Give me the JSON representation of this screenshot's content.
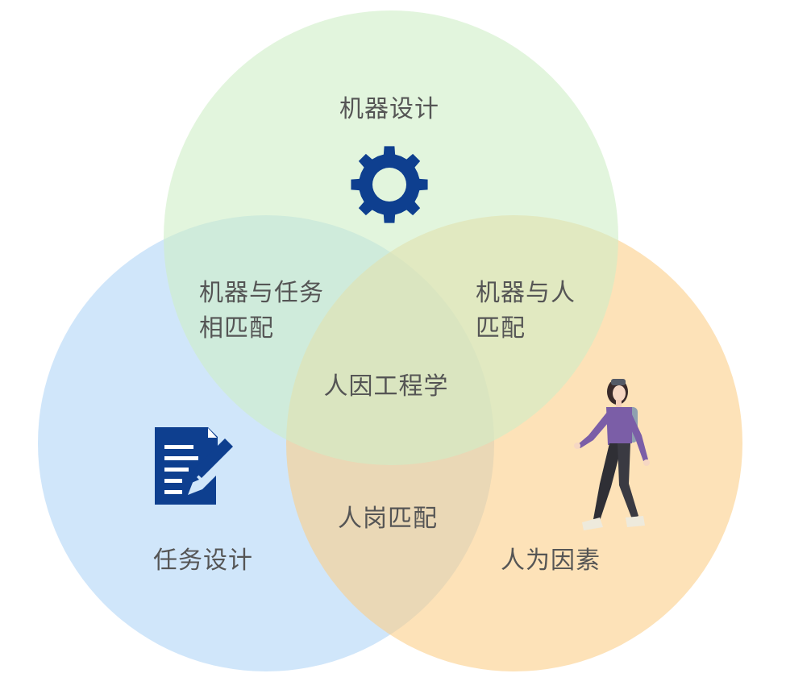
{
  "diagram": {
    "circles": [
      {
        "label": "机器设计",
        "color": "#cfeec6"
      },
      {
        "label": "任务设计",
        "color": "#a9d2f5"
      },
      {
        "label": "人为因素",
        "color": "#fccf88"
      }
    ],
    "overlaps": {
      "machine_task": {
        "line1": "机器与任务",
        "line2": "相匹配"
      },
      "machine_human": {
        "line1": "机器与人",
        "line2": "匹配"
      },
      "task_human": "人岗匹配",
      "center": "人因工程学"
    },
    "icons": {
      "machine": "gear-icon",
      "task": "document-edit-icon",
      "human": "walking-woman-illustration"
    },
    "icon_color": "#0e3f8f"
  }
}
